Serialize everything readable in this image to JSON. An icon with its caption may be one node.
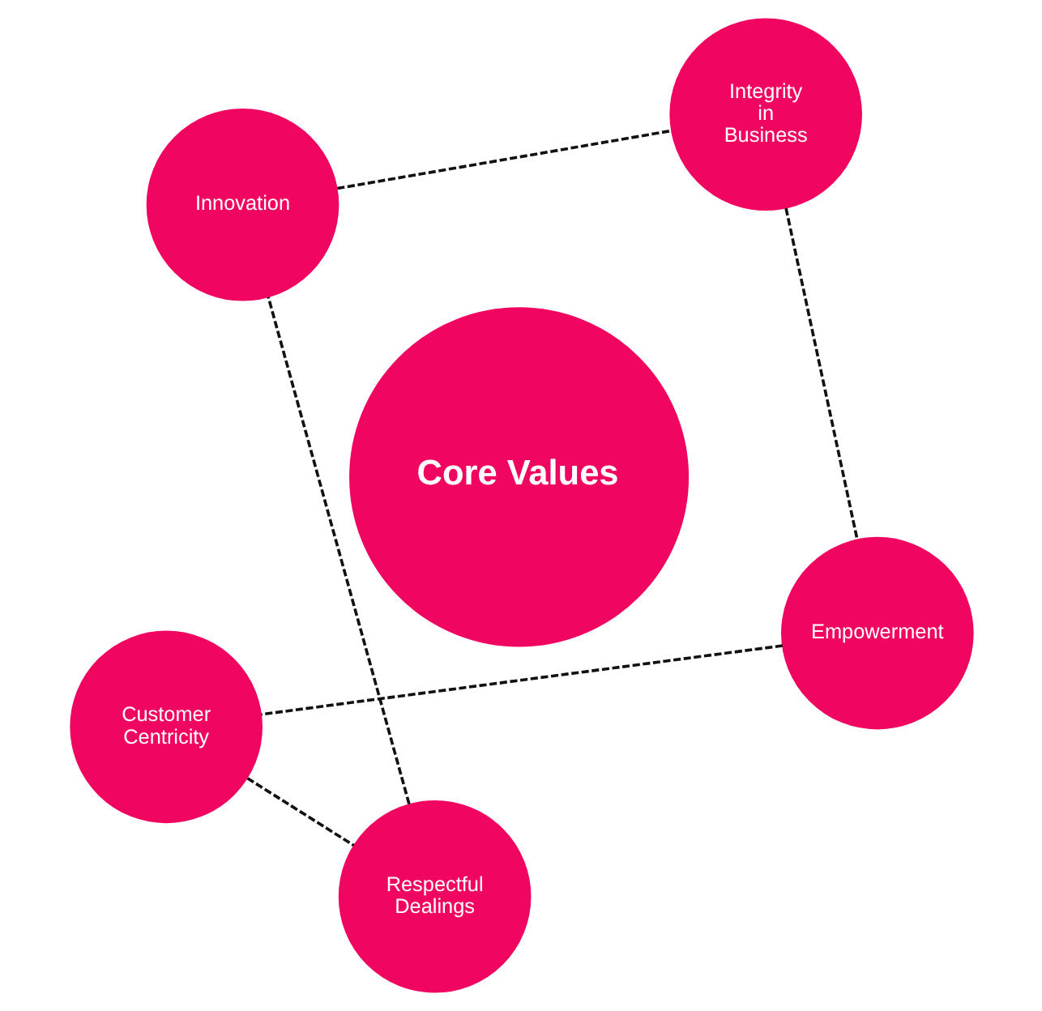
{
  "diagram": {
    "nodes": [
      {
        "text": [
          "Customer Centricity"
        ]
      },
      {
        "text": [
          "Empowerment"
        ]
      },
      {
        "text": [
          "Respectful Dealings"
        ]
      },
      {
        "text": [
          "Core Values"
        ]
      },
      {
        "text": [
          "Integrity in Business"
        ]
      },
      {
        "text": [
          "Innovation"
        ]
      }
    ],
    "edges": [
      {
        "from": 0,
        "to": 2,
        "arrow": "none",
        "style": "dashed"
      },
      {
        "from": 2,
        "to": 5,
        "arrow": "none",
        "style": "dashed"
      },
      {
        "from": 5,
        "to": 4,
        "arrow": "none",
        "style": "dashed"
      },
      {
        "from": 4,
        "to": 1,
        "arrow": "none",
        "style": "dashed"
      },
      {
        "from": 1,
        "to": 0,
        "arrow": "none",
        "style": "dashed"
      }
    ]
  }
}
